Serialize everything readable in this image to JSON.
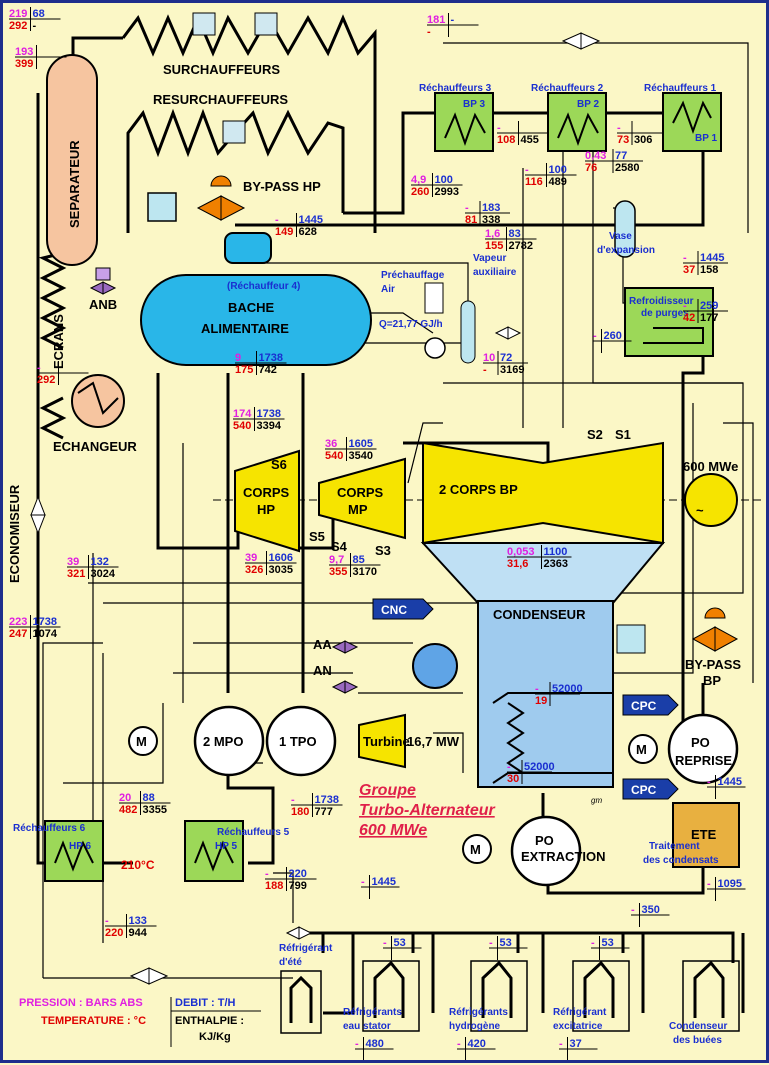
{
  "labels": {
    "surchauffeurs": "SURCHAUFFEURS",
    "resurchauffeurs": "RESURCHAUFFEURS",
    "separateur": "SEPARATEUR",
    "ecrans": "ECRANS",
    "economiseur": "ECONOMISEUR",
    "echangeur": "ECHANGEUR",
    "anb": "ANB",
    "bypass_hp": "BY-PASS HP",
    "bache_line1": "BACHE",
    "bache_line2": "ALIMENTAIRE",
    "rechauffeur4": "(Réchauffeur 4)",
    "prechauffage_line1": "Préchauffage",
    "prechauffage_line2": "Air",
    "vapeur_line1": "Vapeur",
    "vapeur_line2": "auxiliaire",
    "q_value": "Q=21,77 GJ/h",
    "corps_hp_line1": "CORPS",
    "corps_hp_line2": "HP",
    "corps_mp_line1": "CORPS",
    "corps_mp_line2": "MP",
    "corps_bp": "2 CORPS BP",
    "s6": "S6",
    "s5": "S5",
    "s4": "S4",
    "s3": "S3",
    "s2": "S2",
    "s1": "S1",
    "mwe": "600 MWe",
    "generator_symbol": "~",
    "cnc": "CNC",
    "condenseur": "CONDENSEUR",
    "aa": "AA",
    "an": "AN",
    "bypass_bp_line1": "BY-PASS",
    "bypass_bp_line2": "BP",
    "cpc1": "CPC",
    "cpc2": "CPC",
    "m1": "M",
    "m2": "M",
    "m3": "M",
    "mpo": "2 MPO",
    "tpo": "1 TPO",
    "turbine": "Turbine",
    "turbine_mw": "16,7 MW",
    "po_reprise_line1": "PO",
    "po_reprise_line2": "REPRISE",
    "po_extraction_line1": "PO",
    "po_extraction_line2": "EXTRACTION",
    "groupe_line1": "Groupe",
    "groupe_line2": "Turbo-Alternateur",
    "groupe_line3": "600 MWe",
    "ete": "ETE",
    "traitement_line1": "Traitement",
    "traitement_line2": "des condensats",
    "rech6_line1": "Réchauffeurs 6",
    "rech6_line2": "HP 6",
    "rech5_line1": "Réchauffeurs 5",
    "rech5_line2": "HP 5",
    "temp_210": "210°C",
    "rech3_line1": "Réchauffeurs 3",
    "rech3_line2": "BP 3",
    "rech2_line1": "Réchauffeurs 2",
    "rech2_line2": "BP 2",
    "rech1_line1": "Réchauffeurs 1",
    "rech1_line2": "BP 1",
    "vase_line1": "Vase",
    "vase_line2": "d'expansion",
    "refroid_line1": "Refroidisseur",
    "refroid_line2": "de purges",
    "refrig_ete_line1": "Réfrigérant",
    "refrig_ete_line2": "d'été",
    "refrig_stator_line1": "Réfrigérants",
    "refrig_stator_line2": "eau stator",
    "refrig_h2_line1": "Réfrigérants",
    "refrig_h2_line2": "hydrogène",
    "refrig_exc_line1": "Réfrigérant",
    "refrig_exc_line2": "excitatrice",
    "cond_buees_line1": "Condenseur",
    "cond_buees_line2": "des buées",
    "gm": "gm"
  },
  "legend": {
    "pression": "PRESSION : BARS ABS",
    "debit": "DEBIT : T/H",
    "temperature": "TEMPERATURE : °C",
    "enthalpie_line1": "ENTHALPIE :",
    "enthalpie_line2": "KJ/Kg"
  },
  "points": [
    {
      "p": "219",
      "d": "68",
      "t": "292",
      "h": "-"
    },
    {
      "p": "193",
      "d": "",
      "t": "399",
      "h": ""
    },
    {
      "p": "181",
      "d": "-",
      "t": "-",
      "h": ""
    },
    {
      "p": "-",
      "d": "1445",
      "t": "149",
      "h": "628"
    },
    {
      "p": "-",
      "d": "",
      "t": "292",
      "h": ""
    },
    {
      "p": "9",
      "d": "1738",
      "t": "175",
      "h": "742"
    },
    {
      "p": "174",
      "d": "1738",
      "t": "540",
      "h": "3394"
    },
    {
      "p": "36",
      "d": "1605",
      "t": "540",
      "h": "3540"
    },
    {
      "p": "39",
      "d": "132",
      "t": "321",
      "h": "3024"
    },
    {
      "p": "39",
      "d": "1606",
      "t": "326",
      "h": "3035"
    },
    {
      "p": "9,7",
      "d": "85",
      "t": "355",
      "h": "3170"
    },
    {
      "p": "223",
      "d": "1738",
      "t": "247",
      "h": "1074"
    },
    {
      "p": "4,9",
      "d": "100",
      "t": "260",
      "h": "2993"
    },
    {
      "p": "-",
      "d": "183",
      "t": "81",
      "h": "338"
    },
    {
      "p": "1,6",
      "d": "83",
      "t": "155",
      "h": "2782"
    },
    {
      "p": "-",
      "d": "100",
      "t": "116",
      "h": "489"
    },
    {
      "p": "0,43",
      "d": "77",
      "t": "76",
      "h": "2580"
    },
    {
      "p": "-",
      "d": "",
      "t": "108",
      "h": "455"
    },
    {
      "p": "-",
      "d": "",
      "t": "73",
      "h": "306"
    },
    {
      "p": "-",
      "d": "1445",
      "t": "37",
      "h": "158"
    },
    {
      "p": "-",
      "d": "259",
      "t": "42",
      "h": "177"
    },
    {
      "p": "-",
      "d": "260",
      "t": "",
      "h": ""
    },
    {
      "p": "10",
      "d": "72",
      "t": "-",
      "h": "3169"
    },
    {
      "p": "0,053",
      "d": "1100",
      "t": "31,6",
      "h": "2363"
    },
    {
      "p": "-",
      "d": "52000",
      "t": "19",
      "h": ""
    },
    {
      "p": "-",
      "d": "52000",
      "t": "30",
      "h": ""
    },
    {
      "p": "-",
      "d": "1738",
      "t": "180",
      "h": "777"
    },
    {
      "p": "20",
      "d": "88",
      "t": "482",
      "h": "3355"
    },
    {
      "p": "-",
      "d": "220",
      "t": "188",
      "h": "799"
    },
    {
      "p": "-",
      "d": "1445",
      "t": "",
      "h": ""
    },
    {
      "p": "-",
      "d": "133",
      "t": "220",
      "h": "944"
    },
    {
      "p": "-",
      "d": "1445",
      "t": "",
      "h": ""
    },
    {
      "p": "-",
      "d": "1095",
      "t": "",
      "h": ""
    },
    {
      "p": "-",
      "d": "350",
      "t": "",
      "h": ""
    },
    {
      "p": "-",
      "d": "53",
      "t": "",
      "h": ""
    },
    {
      "p": "-",
      "d": "53",
      "t": "",
      "h": ""
    },
    {
      "p": "-",
      "d": "53",
      "t": "",
      "h": ""
    },
    {
      "p": "-",
      "d": "480",
      "t": "",
      "h": ""
    },
    {
      "p": "-",
      "d": "420",
      "t": "",
      "h": ""
    },
    {
      "p": "-",
      "d": "37",
      "t": "",
      "h": ""
    }
  ]
}
